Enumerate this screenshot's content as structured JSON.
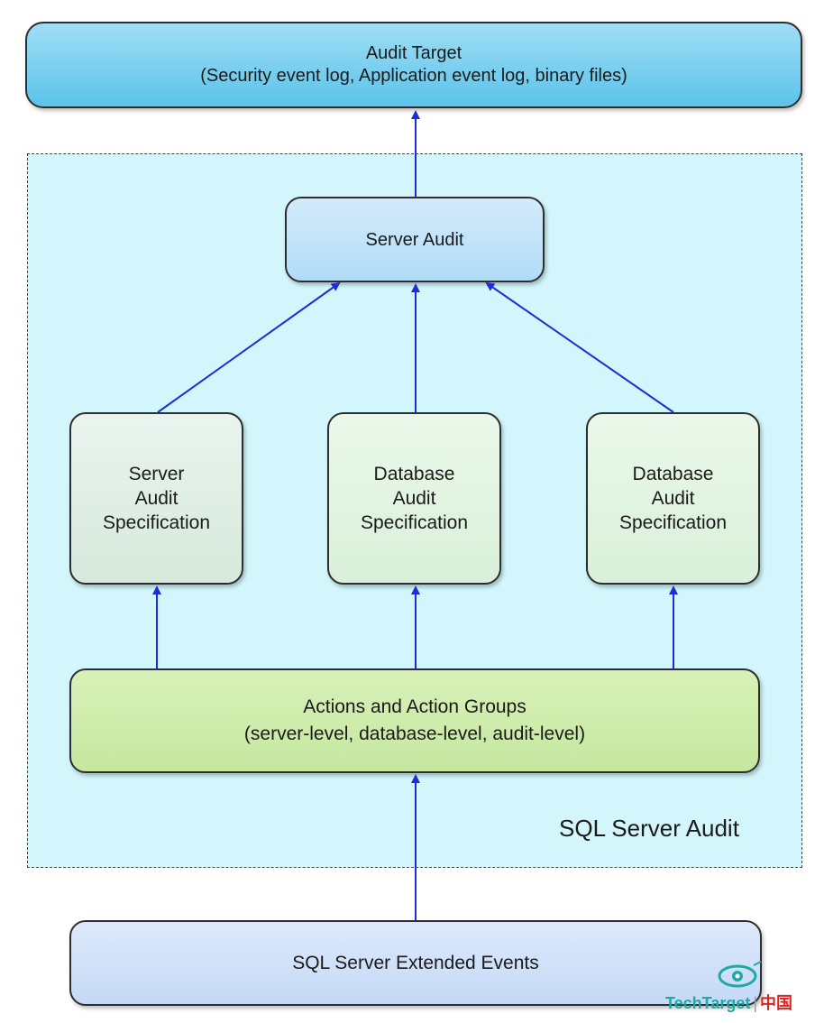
{
  "audit_target": {
    "title": "Audit Target",
    "subtitle": "(Security event log, Application event log, binary files)"
  },
  "container": {
    "label": "SQL Server Audit"
  },
  "server_audit": {
    "label": "Server Audit"
  },
  "specifications": [
    {
      "lines": [
        "Server",
        "Audit",
        "Specification"
      ]
    },
    {
      "lines": [
        "Database",
        "Audit",
        "Specification"
      ]
    },
    {
      "lines": [
        "Database",
        "Audit",
        "Specification"
      ]
    }
  ],
  "actions": {
    "title": "Actions and Action Groups",
    "subtitle": "(server-level, database-level, audit-level)"
  },
  "extended_events": {
    "label": "SQL Server Extended Events"
  },
  "logo": {
    "name": "TechTarget",
    "suffix": "中国"
  },
  "colors": {
    "arrow": "#1b2fd6",
    "audit_target_fill": "#5cc3ea",
    "container_fill": "#d2f6fb",
    "server_audit_fill": "#b2dcf7",
    "spec_fill": "#daf0da",
    "actions_fill": "#c5e7a0",
    "extended_events_fill": "#c5d9f6"
  }
}
